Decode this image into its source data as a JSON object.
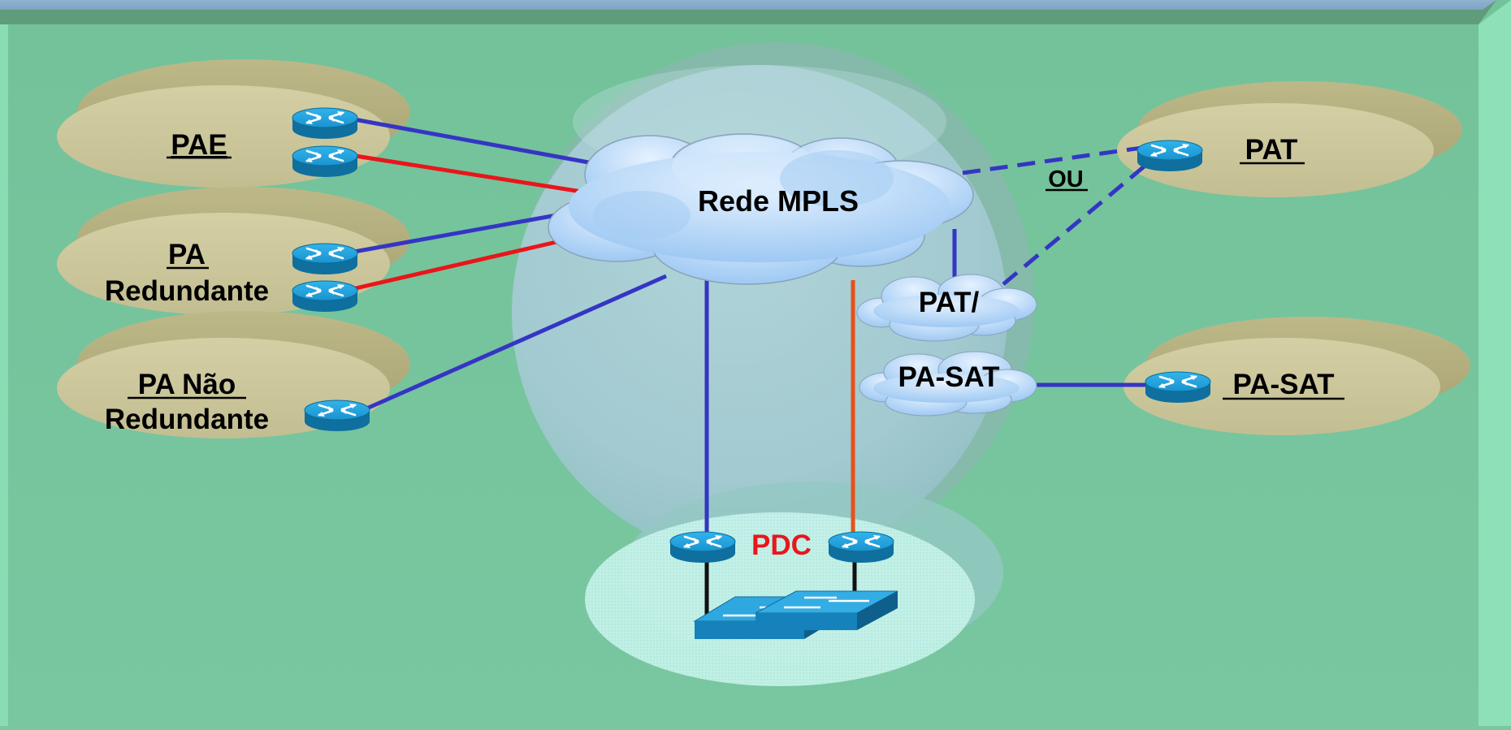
{
  "colors": {
    "background": "#78c69d",
    "blue_link": "#3535c4",
    "red_link": "#e8161b",
    "pdc_label": "#e8161b",
    "site_ellipse": "#cbc79c",
    "router": "#1a8fc9"
  },
  "network": {
    "title": "Rede MPLS",
    "link_label": "OU"
  },
  "sites": {
    "pae": "PAE",
    "pa_redundant_1": "PA",
    "pa_redundant_2": "Redundante",
    "pa_non_redundant_1": "PA Não",
    "pa_non_redundant_2": "Redundante",
    "pat": "PAT",
    "pa_sat": "PA-SAT",
    "pdc": "PDC"
  },
  "clouds": {
    "pat": "PAT/",
    "pa_sat": "PA-SAT"
  },
  "icons": [
    "router-icon",
    "switch-icon",
    "cloud-icon"
  ]
}
